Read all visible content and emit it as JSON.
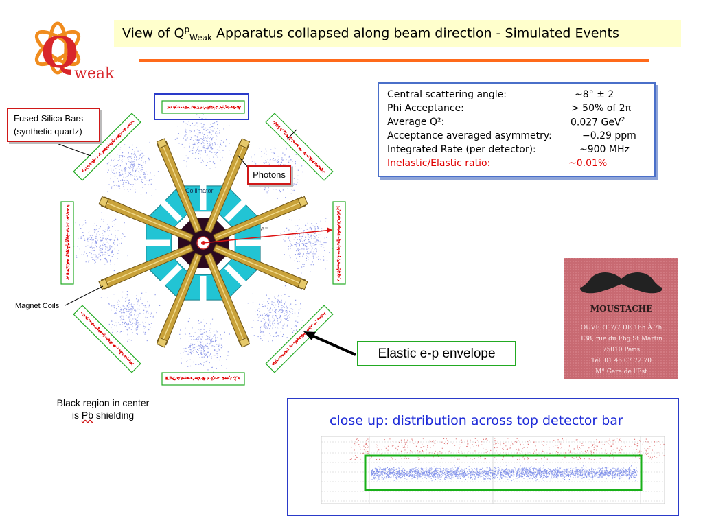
{
  "header": {
    "title_pre": "View of Q",
    "title_sup": "p",
    "title_sub": "Weak",
    "title_post": " Apparatus collapsed along beam direction - Simulated Events"
  },
  "logo": {
    "text": "weak",
    "big_letter": "Q"
  },
  "params": {
    "rows": [
      {
        "label": "Central scattering angle:",
        "value": "~8° ± 2"
      },
      {
        "label": "Phi Acceptance:",
        "value": "> 50% of 2π"
      },
      {
        "label": "Average Q²:",
        "value_main": "0.027 GeV",
        "value_sup": "2"
      },
      {
        "label": "Acceptance averaged asymmetry:",
        "value": "−0.29 ppm"
      },
      {
        "label": "Integrated Rate (per detector):",
        "value": "~900 MHz"
      },
      {
        "label": "Inelastic/Elastic ratio:",
        "value": "~0.01%"
      }
    ]
  },
  "diagram": {
    "collimator_label": "Collimator",
    "electron_label": "e⁻",
    "fused_line1": "Fused Silica Bars",
    "fused_line2": "(synthetic quartz)",
    "photons_label": "Photons",
    "magnet_label": "Magnet Coils",
    "black_line1": "Black region in center",
    "black_line2_pre": "is ",
    "black_line2_pb": "Pb",
    "black_line2_post": " shielding",
    "elastic_label": "Elastic e-p envelope"
  },
  "stamp": {
    "lines": [
      "MOUSTACHE",
      "OUVERT 7/7 DE 16h À 7h",
      "138, rue du Fbg St Martin",
      "75010 Paris",
      "Tél. 01 46 07 72 70",
      "M° Gare de l'Est"
    ]
  },
  "closeup": {
    "title": "close up: distribution across top detector bar"
  },
  "colors": {
    "title_bg": "#ffffcc",
    "accent_orange": "#ff6a1a",
    "bar_green": "#22aa22",
    "collimator_cyan": "#22c4d4",
    "coil_gold": "#c9a23a",
    "electron_red": "#e00000",
    "photon_blue": "#3a4fd8",
    "closeup_blue": "#1e2bd8"
  }
}
